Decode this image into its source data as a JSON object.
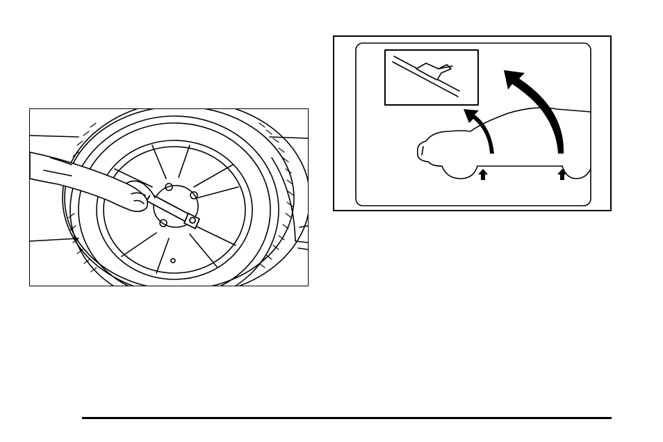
{
  "page": {
    "figures": [
      {
        "id": "wheel-removal",
        "kind": "line-art"
      },
      {
        "id": "jack-lift-points",
        "kind": "line-art"
      }
    ]
  },
  "colors": {
    "ink": "#000000",
    "paper": "#ffffff"
  }
}
